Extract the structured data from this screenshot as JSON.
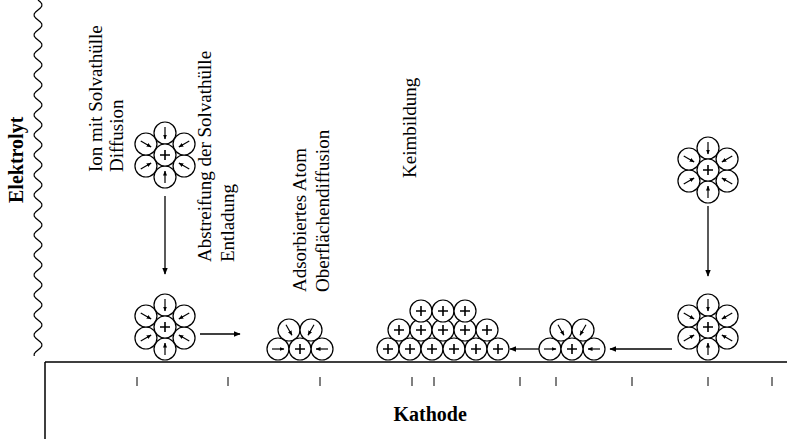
{
  "diagram": {
    "labels": [
      "Elektrolyt",
      "Ion mit Solvathülle",
      "Diffusion",
      "Abstreifung der Solvathülle",
      "Entladung",
      "Adsorbiertes Atom",
      "Oberflächendiffusion",
      "Keimbildung",
      "Kathode"
    ]
  }
}
